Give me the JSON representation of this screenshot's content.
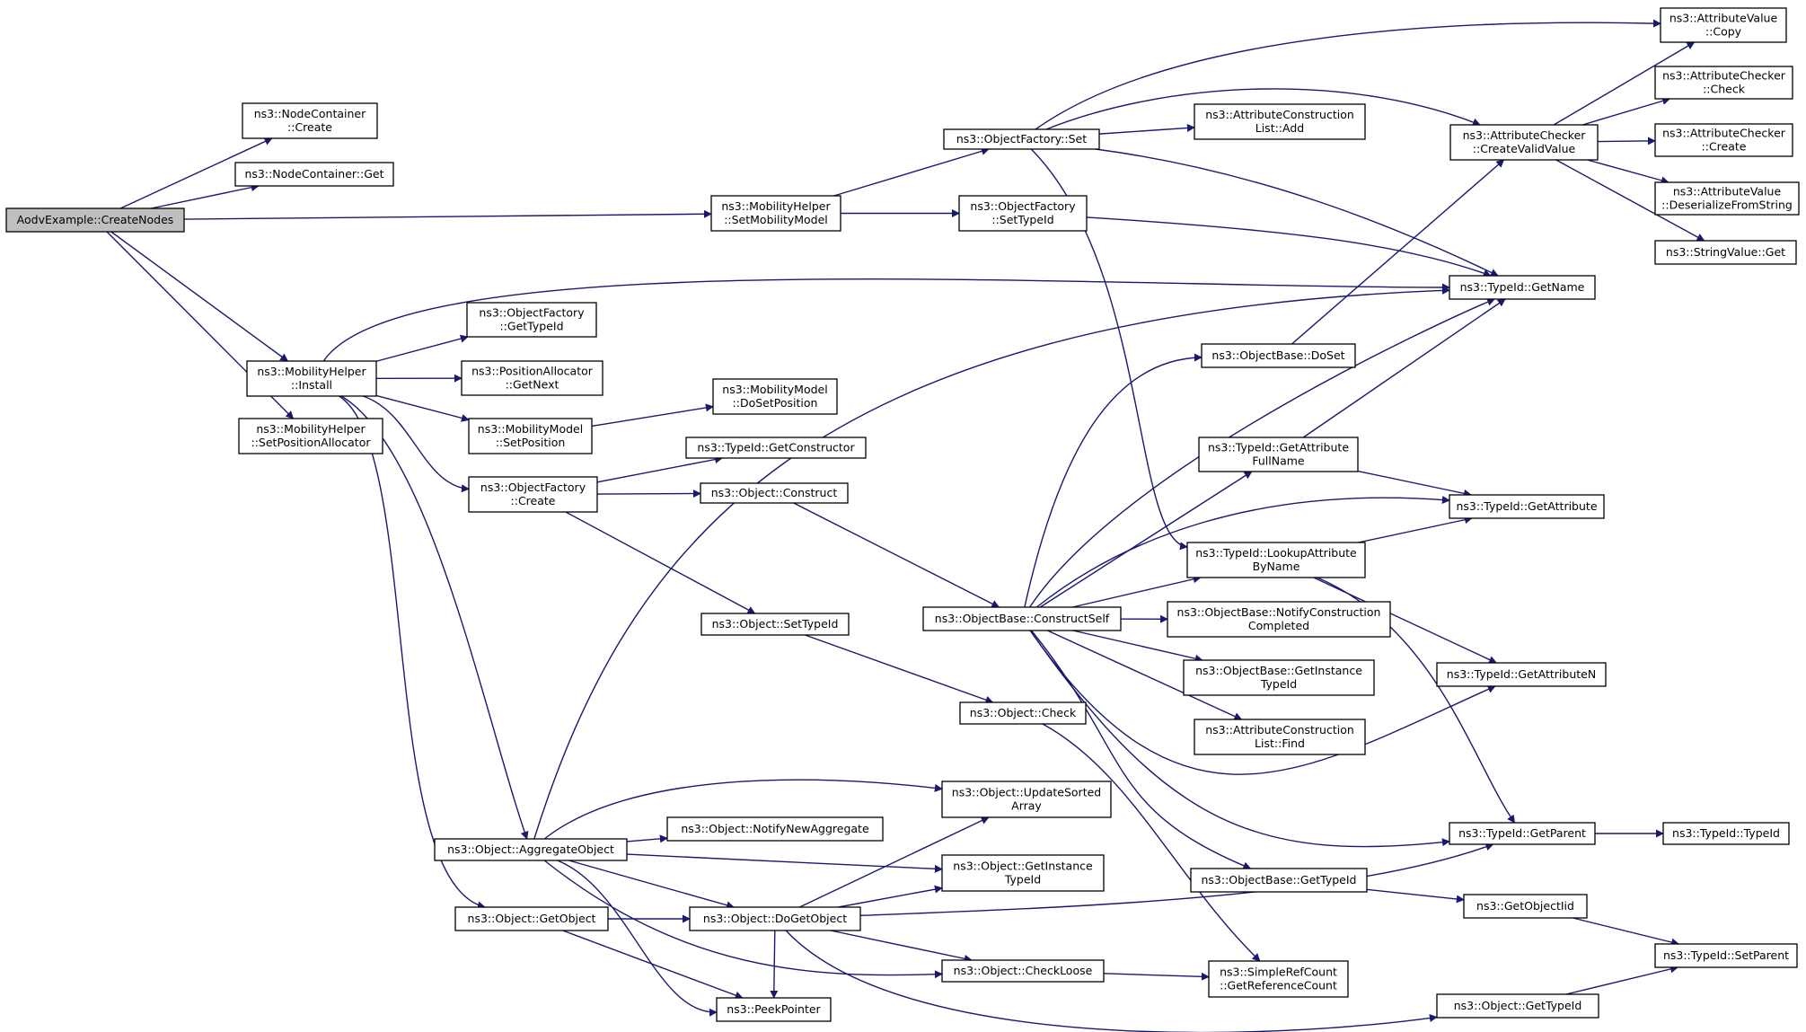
{
  "colors": {
    "edge": "#191970",
    "root_fill": "#bfbfbf",
    "node_fill": "#ffffff",
    "border": "#000000"
  },
  "nodes": [
    {
      "id": "root",
      "lines": [
        "AodvExample::CreateNodes"
      ],
      "root": true
    },
    {
      "id": "nc_create",
      "lines": [
        "ns3::NodeContainer",
        "::Create"
      ]
    },
    {
      "id": "nc_get",
      "lines": [
        "ns3::NodeContainer::Get"
      ]
    },
    {
      "id": "mh_setmob",
      "lines": [
        "ns3::MobilityHelper",
        "::SetMobilityModel"
      ]
    },
    {
      "id": "mh_install",
      "lines": [
        "ns3::MobilityHelper",
        "::Install"
      ]
    },
    {
      "id": "mh_setpos",
      "lines": [
        "ns3::MobilityHelper",
        "::SetPositionAllocator"
      ]
    },
    {
      "id": "of_set",
      "lines": [
        "ns3::ObjectFactory::Set"
      ]
    },
    {
      "id": "of_settypeid",
      "lines": [
        "ns3::ObjectFactory",
        "::SetTypeId"
      ]
    },
    {
      "id": "acl_add",
      "lines": [
        "ns3::AttributeConstruction",
        "List::Add"
      ]
    },
    {
      "id": "av_copy",
      "lines": [
        "ns3::AttributeValue",
        "::Copy"
      ]
    },
    {
      "id": "ac_cvv",
      "lines": [
        "ns3::AttributeChecker",
        "::CreateValidValue"
      ]
    },
    {
      "id": "ac_check",
      "lines": [
        "ns3::AttributeChecker",
        "::Check"
      ]
    },
    {
      "id": "ac_create",
      "lines": [
        "ns3::AttributeChecker",
        "::Create"
      ]
    },
    {
      "id": "av_dfs",
      "lines": [
        "ns3::AttributeValue",
        "::DeserializeFromString"
      ]
    },
    {
      "id": "sv_get",
      "lines": [
        "ns3::StringValue::Get"
      ]
    },
    {
      "id": "tid_getname",
      "lines": [
        "ns3::TypeId::GetName"
      ]
    },
    {
      "id": "of_gettypeid",
      "lines": [
        "ns3::ObjectFactory",
        "::GetTypeId"
      ]
    },
    {
      "id": "pa_getnext",
      "lines": [
        "ns3::PositionAllocator",
        "::GetNext"
      ]
    },
    {
      "id": "mm_dosetpos",
      "lines": [
        "ns3::MobilityModel",
        "::DoSetPosition"
      ]
    },
    {
      "id": "mm_setpos",
      "lines": [
        "ns3::MobilityModel",
        "::SetPosition"
      ]
    },
    {
      "id": "of_create",
      "lines": [
        "ns3::ObjectFactory",
        "::Create"
      ]
    },
    {
      "id": "tid_getctor",
      "lines": [
        "ns3::TypeId::GetConstructor"
      ]
    },
    {
      "id": "obj_construct",
      "lines": [
        "ns3::Object::Construct"
      ]
    },
    {
      "id": "ob_doset",
      "lines": [
        "ns3::ObjectBase::DoSet"
      ]
    },
    {
      "id": "tid_getattrfull",
      "lines": [
        "ns3::TypeId::GetAttribute",
        "FullName"
      ]
    },
    {
      "id": "tid_getattr",
      "lines": [
        "ns3::TypeId::GetAttribute"
      ]
    },
    {
      "id": "tid_lookup",
      "lines": [
        "ns3::TypeId::LookupAttribute",
        "ByName"
      ]
    },
    {
      "id": "ob_constructself",
      "lines": [
        "ns3::ObjectBase::ConstructSelf"
      ]
    },
    {
      "id": "ob_notify",
      "lines": [
        "ns3::ObjectBase::NotifyConstruction",
        "Completed"
      ]
    },
    {
      "id": "obj_settypeid",
      "lines": [
        "ns3::Object::SetTypeId"
      ]
    },
    {
      "id": "ob_getinst",
      "lines": [
        "ns3::ObjectBase::GetInstance",
        "TypeId"
      ]
    },
    {
      "id": "tid_getattrn",
      "lines": [
        "ns3::TypeId::GetAttributeN"
      ]
    },
    {
      "id": "obj_check",
      "lines": [
        "ns3::Object::Check"
      ]
    },
    {
      "id": "acl_find",
      "lines": [
        "ns3::AttributeConstruction",
        "List::Find"
      ]
    },
    {
      "id": "obj_updsorted",
      "lines": [
        "ns3::Object::UpdateSorted",
        "Array"
      ]
    },
    {
      "id": "obj_notifynew",
      "lines": [
        "ns3::Object::NotifyNewAggregate"
      ]
    },
    {
      "id": "obj_aggregate",
      "lines": [
        "ns3::Object::AggregateObject"
      ]
    },
    {
      "id": "tid_getparent",
      "lines": [
        "ns3::TypeId::GetParent"
      ]
    },
    {
      "id": "tid_typeid",
      "lines": [
        "ns3::TypeId::TypeId"
      ]
    },
    {
      "id": "obj_getinst",
      "lines": [
        "ns3::Object::GetInstance",
        "TypeId"
      ]
    },
    {
      "id": "ob_gettypeid",
      "lines": [
        "ns3::ObjectBase::GetTypeId"
      ]
    },
    {
      "id": "obj_getobject",
      "lines": [
        "ns3::Object::GetObject"
      ]
    },
    {
      "id": "obj_dogetobject",
      "lines": [
        "ns3::Object::DoGetObject"
      ]
    },
    {
      "id": "getobjectiid",
      "lines": [
        "ns3::GetObjectIid"
      ]
    },
    {
      "id": "tid_setparent",
      "lines": [
        "ns3::TypeId::SetParent"
      ]
    },
    {
      "id": "obj_checkloose",
      "lines": [
        "ns3::Object::CheckLoose"
      ]
    },
    {
      "id": "src_getrefcount",
      "lines": [
        "ns3::SimpleRefCount",
        "::GetReferenceCount"
      ]
    },
    {
      "id": "obj_gettypeid",
      "lines": [
        "ns3::Object::GetTypeId"
      ]
    },
    {
      "id": "peekpointer",
      "lines": [
        "ns3::PeekPointer"
      ]
    }
  ]
}
